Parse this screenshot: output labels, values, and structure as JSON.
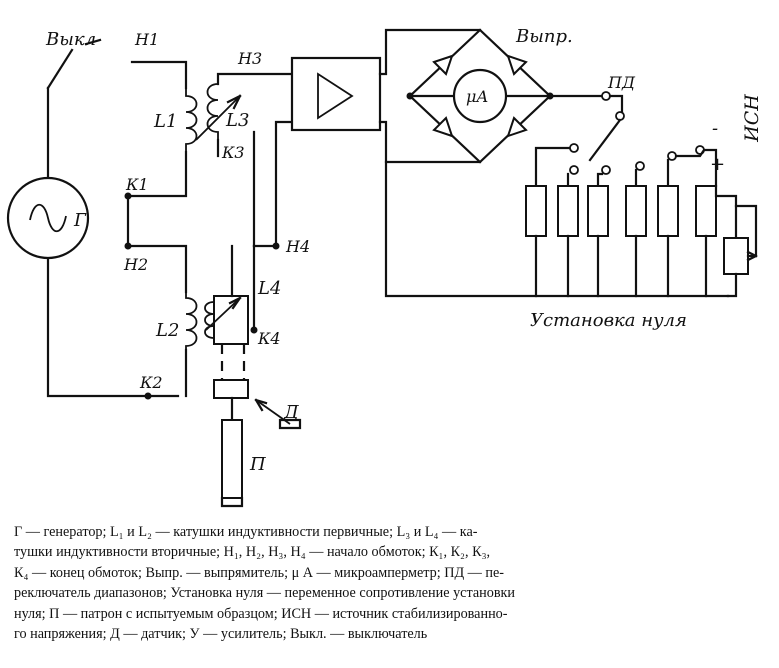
{
  "labels": {
    "switch": "Выкл",
    "h1": "Н1",
    "h2": "Н2",
    "h3": "Н3",
    "h4": "Н4",
    "k1": "К1",
    "k2": "К2",
    "k3": "К3",
    "k4": "К4",
    "l1": "L1",
    "l2": "L2",
    "l3": "L3",
    "l4": "L4",
    "generator": "Г",
    "rectifier": "Выпр.",
    "microammeter": "μА",
    "range_switch": "ПД",
    "voltage_source": "ИСН",
    "minus": "-",
    "plus": "+",
    "sensor": "Д",
    "holder": "П",
    "zero_setting": "Установка нуля"
  },
  "caption": {
    "lines": [
      "Г — генератор; L₁ и L₂ — катушки индуктивности первичные; L₃ и L₄ — ка-",
      "тушки индуктивности вторичные; Н₁, Н₂, Н₃, Н₄ — начало обмоток; К₁, К₂, К₃,",
      "К₄ — конец обмоток; Выпр. — выпрямитель; μ А — микроамперметр; ПД — пе-",
      "реключатель диапазонов; Установка нуля — переменное сопротивление установки",
      "нуля; П — патрон с испытуемым образцом; ИСН — источник стабилизированно-",
      "го напряжения; Д — датчик; У — усилитель; Выкл. — выключатель"
    ]
  }
}
